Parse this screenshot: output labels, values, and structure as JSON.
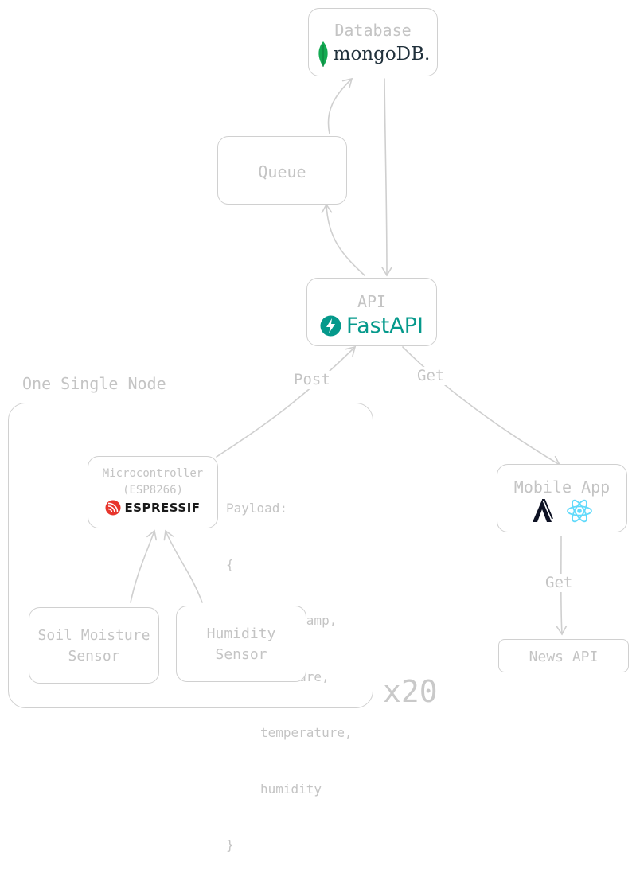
{
  "nodes": {
    "database": {
      "title": "Database",
      "logo_text": "mongoDB."
    },
    "queue": {
      "title": "Queue"
    },
    "api": {
      "title": "API",
      "logo_text": "FastAPI"
    },
    "microcontroller": {
      "title": "Microcontroller",
      "subtitle": "(ESP8266)",
      "logo_text": "ESPRESSIF"
    },
    "mobile_app": {
      "title": "Mobile App"
    },
    "news_api": {
      "title": "News API"
    },
    "soil_sensor": {
      "line1": "Soil Moisture",
      "line2": "Sensor"
    },
    "humidity_sensor": {
      "line1": "Humidity",
      "line2": "Sensor"
    }
  },
  "group": {
    "title": "One Single Node",
    "multiplier": "x20"
  },
  "edge_labels": {
    "post": "Post",
    "get_api": "Get",
    "get_news": "Get"
  },
  "payload": {
    "header": "Payload:",
    "open": "{",
    "fields": [
      "timestamp,",
      "moisture,",
      "temperature,",
      "humidity"
    ],
    "close": "}"
  },
  "colors": {
    "stroke": "#d0d0d0",
    "text": "#c4c4c4",
    "mongodb_leaf": "#13aa52",
    "mongodb_text": "#21313c",
    "fastapi": "#05998b",
    "espressif": "#e7352c",
    "react": "#61dafb"
  }
}
